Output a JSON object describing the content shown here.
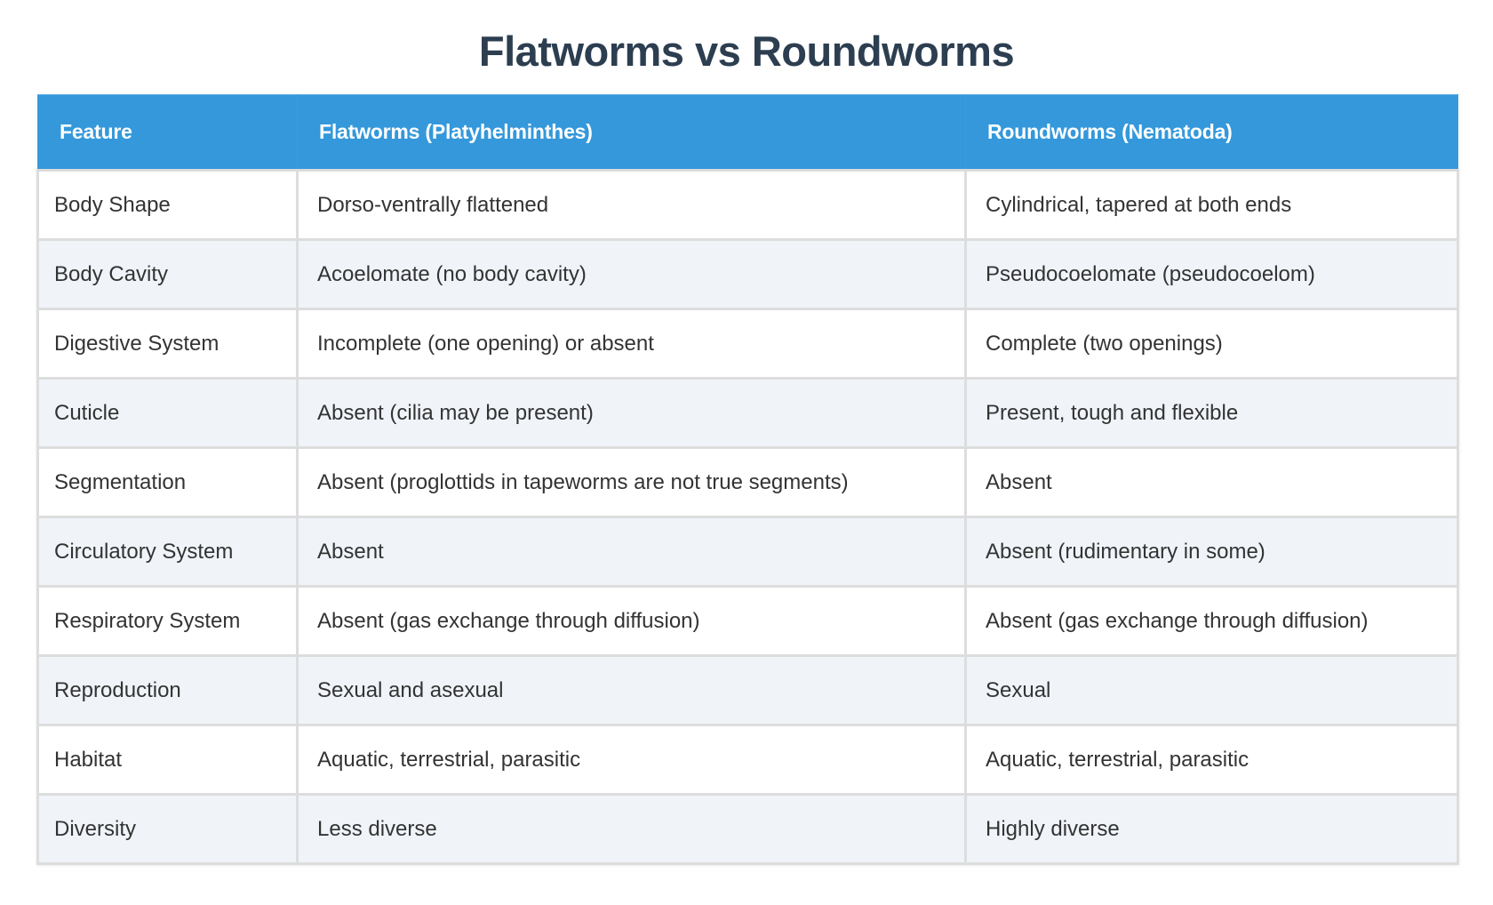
{
  "title": "Flatworms vs Roundworms",
  "table": {
    "headers": [
      "Feature",
      "Flatworms (Platyhelminthes)",
      "Roundworms (Nematoda)"
    ],
    "rows": [
      [
        "Body Shape",
        "Dorso-ventrally flattened",
        "Cylindrical, tapered at both ends"
      ],
      [
        "Body Cavity",
        "Acoelomate (no body cavity)",
        "Pseudocoelomate (pseudocoelom)"
      ],
      [
        "Digestive System",
        "Incomplete (one opening) or absent",
        "Complete (two openings)"
      ],
      [
        "Cuticle",
        "Absent (cilia may be present)",
        "Present, tough and flexible"
      ],
      [
        "Segmentation",
        "Absent (proglottids in tapeworms are not true segments)",
        "Absent"
      ],
      [
        "Circulatory System",
        "Absent",
        "Absent (rudimentary in some)"
      ],
      [
        "Respiratory System",
        "Absent (gas exchange through diffusion)",
        "Absent (gas exchange through diffusion)"
      ],
      [
        "Reproduction",
        "Sexual and asexual",
        "Sexual"
      ],
      [
        "Habitat",
        "Aquatic, terrestrial, parasitic",
        "Aquatic, terrestrial, parasitic"
      ],
      [
        "Diversity",
        "Less diverse",
        "Highly diverse"
      ]
    ]
  },
  "colors": {
    "title": "#2c3e50",
    "header_bg": "#3498db",
    "header_text": "#ffffff",
    "row_alt_bg": "#f0f4f9",
    "border": "#dddddd",
    "cell_text": "#333333"
  }
}
